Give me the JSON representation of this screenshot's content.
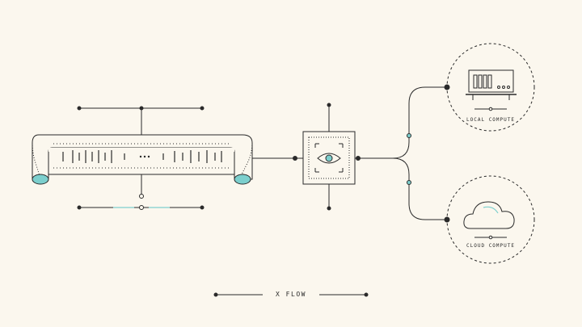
{
  "colors": {
    "background": "#fbf7ee",
    "ink": "#2a2a2a",
    "accent": "#7ccfcd"
  },
  "diagram": {
    "title": "X FLOW",
    "nodes": [
      {
        "id": "scroll",
        "icon": "data-scroll-icon"
      },
      {
        "id": "processor",
        "icon": "eye-icon"
      },
      {
        "id": "local",
        "label": "LOCAL COMPUTE",
        "icon": "server-icon"
      },
      {
        "id": "cloud",
        "label": "CLOUD COMPUTE",
        "icon": "cloud-icon"
      }
    ],
    "edges": [
      {
        "from": "scroll",
        "to": "processor"
      },
      {
        "from": "processor",
        "to": "local"
      },
      {
        "from": "processor",
        "to": "cloud"
      }
    ]
  }
}
